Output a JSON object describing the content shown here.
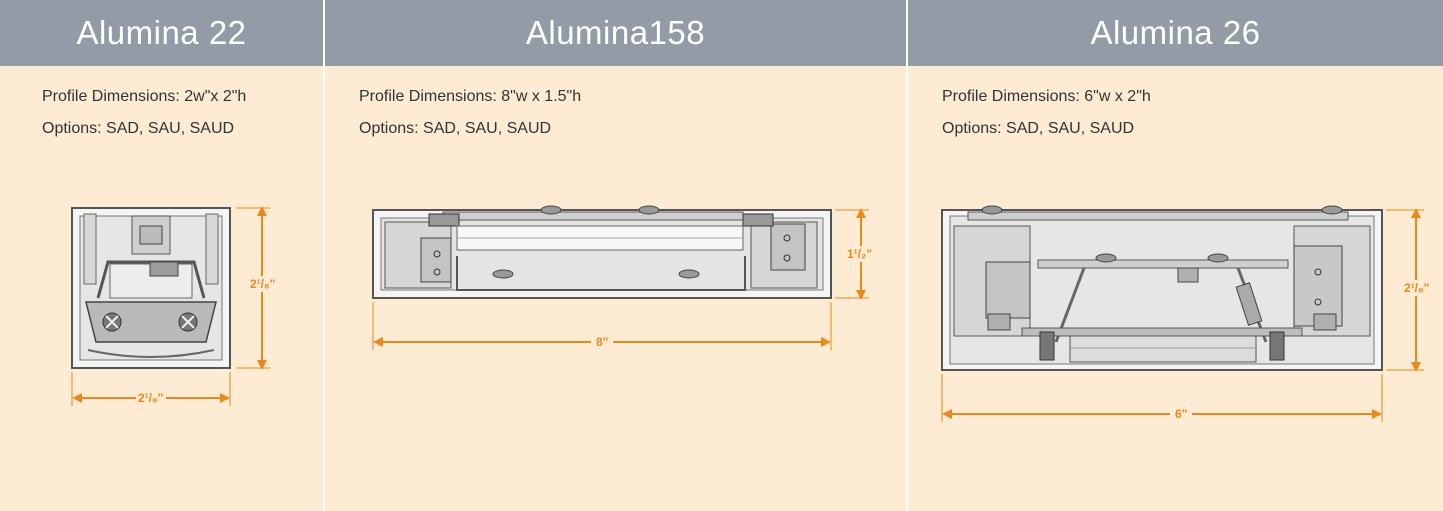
{
  "columns": [
    {
      "title": "Alumina 22",
      "profile": "Profile Dimensions: 2w\"x 2\"h",
      "options": "Options: SAD, SAU, SAUD",
      "dim_height": "2¹/₈\"",
      "dim_width": "2¹/₈\""
    },
    {
      "title": "Alumina158",
      "profile": "Profile Dimensions: 8\"w x 1.5\"h",
      "options": "Options: SAD, SAU, SAUD",
      "dim_height": "1¹/₂\"",
      "dim_width": "8\""
    },
    {
      "title": "Alumina 26",
      "profile": "Profile Dimensions: 6\"w x 2\"h",
      "options": "Options: SAD, SAU, SAUD",
      "dim_height": "2¹/₈\"",
      "dim_width": "6\""
    }
  ],
  "colors": {
    "header_bg": "#929ba6",
    "panel_bg": "#fdebd3",
    "dimension": "#e8891b"
  }
}
